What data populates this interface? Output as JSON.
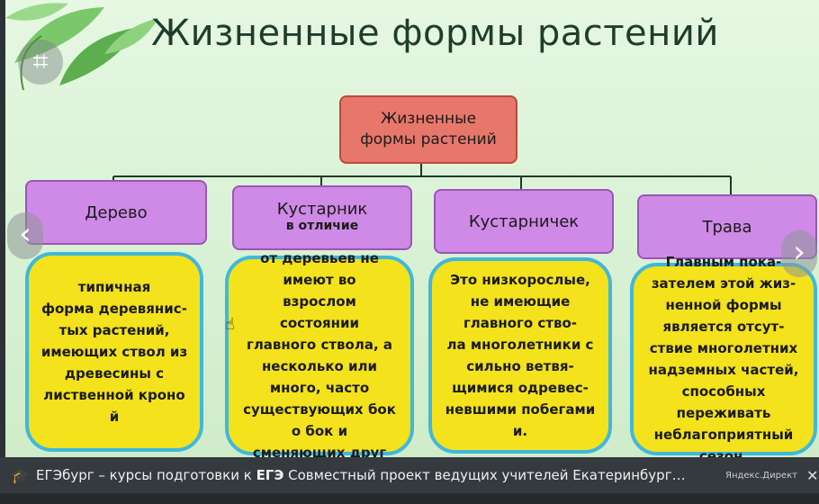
{
  "slide": {
    "title": "Жизненные формы растений",
    "root_label": "Жизненные\nформы растений"
  },
  "categories": [
    {
      "label": "Дерево",
      "sub": ""
    },
    {
      "label": "Кустарник",
      "sub": "в отличие"
    },
    {
      "label": "Кустарничек",
      "sub": ""
    },
    {
      "label": "Трава",
      "sub": ""
    }
  ],
  "descriptions": [
    "типичная\nформа деревянис-\nтых растений,\nимеющих ствол из\nдревесины с\nлиственной кроно\nй",
    "от деревьев не\nимеют во\nвзрослом\nсостоянии\nглавного ствола, а\nнесколько или\nмного, часто\nсуществующих бок\nо бок и\nсменяющих друг",
    "Это низкорослые,\nне имеющие\nглавного ство-\nла многолетники с\nсильно ветвя-\nщимися одревес-\nневшими побегами\nи.",
    "Главным пока-\nзателем этой жиз-\nненной формы\nявляется отсут-\nствие многолетних\nнадземных частей,\nспособных\nпереживать\nнеблагоприятный\nсезон."
  ],
  "ad": {
    "brand": "ЕГЭбург – курсы подготовки к ",
    "brand_bold": "ЕГЭ",
    "text": " Совместный проект ведущих учителей Екатеринбург…",
    "label": "Яндекс.Директ",
    "close_glyph": "✕"
  },
  "icons": {
    "crop": "crop-icon",
    "prev": "chevron-left-icon",
    "next": "chevron-right-icon",
    "cursor": "hand-cursor-icon",
    "ad": "graduation-cap-icon"
  },
  "colors": {
    "root_fill": "#e8776b",
    "category_fill": "#cf89e6",
    "description_fill": "#f3e21c",
    "description_border": "#3fb8dc",
    "connector": "#1f3a2a"
  }
}
